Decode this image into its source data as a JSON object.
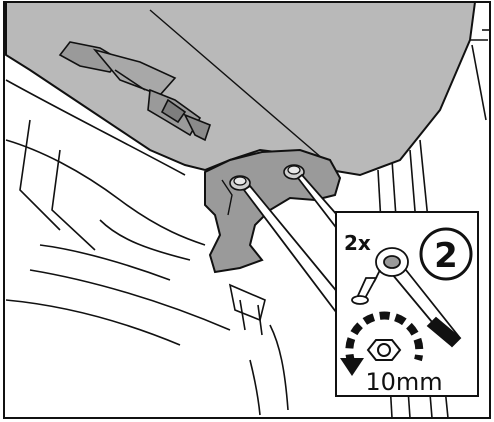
{
  "callout": {
    "quantity": "2x",
    "step_number": "2",
    "bolt_size": "10mm"
  },
  "colors": {
    "line": "#111111",
    "panel_fill": "#b9b9b9",
    "part_fill": "#9a9a9a",
    "background": "#ffffff"
  },
  "icons": [
    "ratchet-wrench-icon",
    "socket-icon",
    "counterclockwise-arrow-icon",
    "hex-bolt-icon",
    "step-number-badge-icon"
  ]
}
